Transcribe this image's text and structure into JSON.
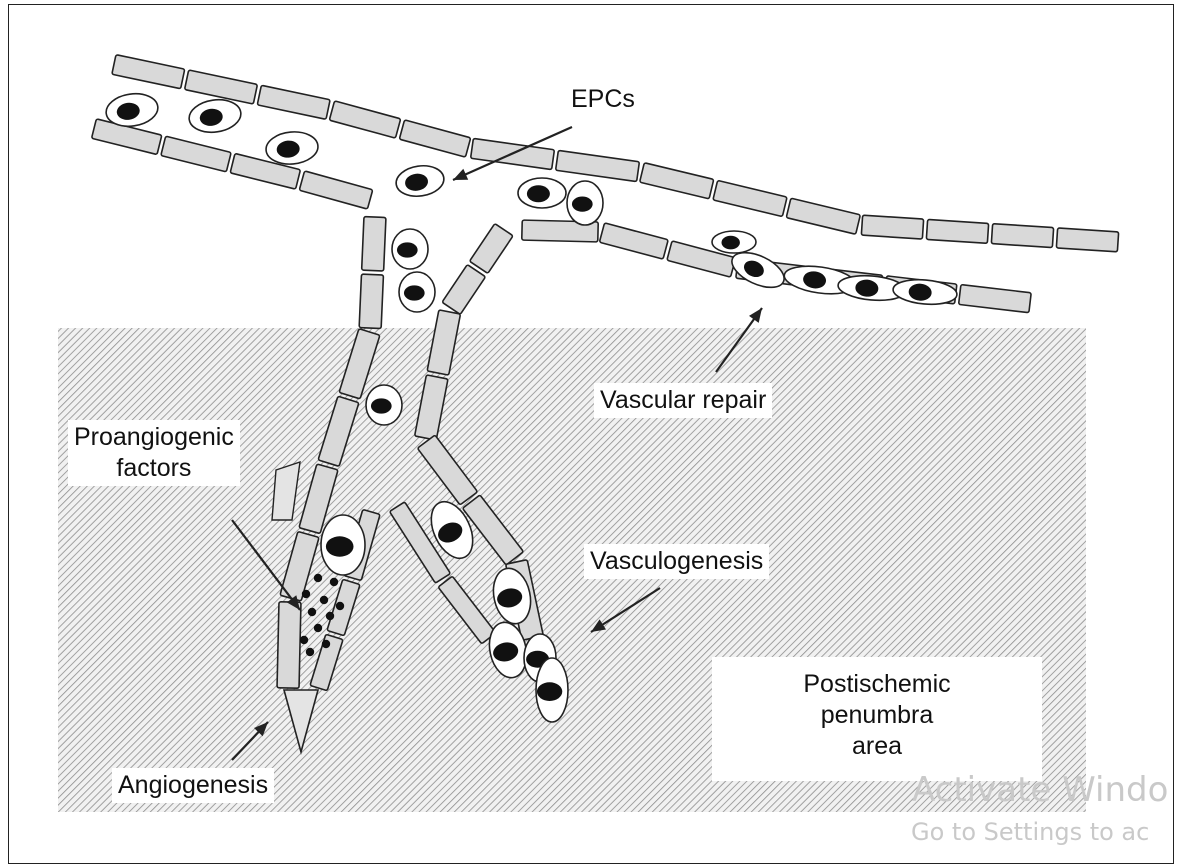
{
  "labels": {
    "epcs": "EPCs",
    "vascular_repair": "Vascular repair",
    "proangiogenic_factors": "Proangiogenic\nfactors",
    "vasculogenesis": "Vasculogenesis",
    "postischemic_penumbra_area": "Postischemic\npenumbra\narea",
    "angiogenesis": "Angiogenesis"
  },
  "watermark": {
    "line1": "Activate Windo",
    "line2": "Go to Settings to ac"
  },
  "colors": {
    "outline": "#222222",
    "cell_fill": "#d9d9d9",
    "nucleus": "#111111",
    "hatch": "#9a9a9a",
    "background": "#ffffff"
  }
}
